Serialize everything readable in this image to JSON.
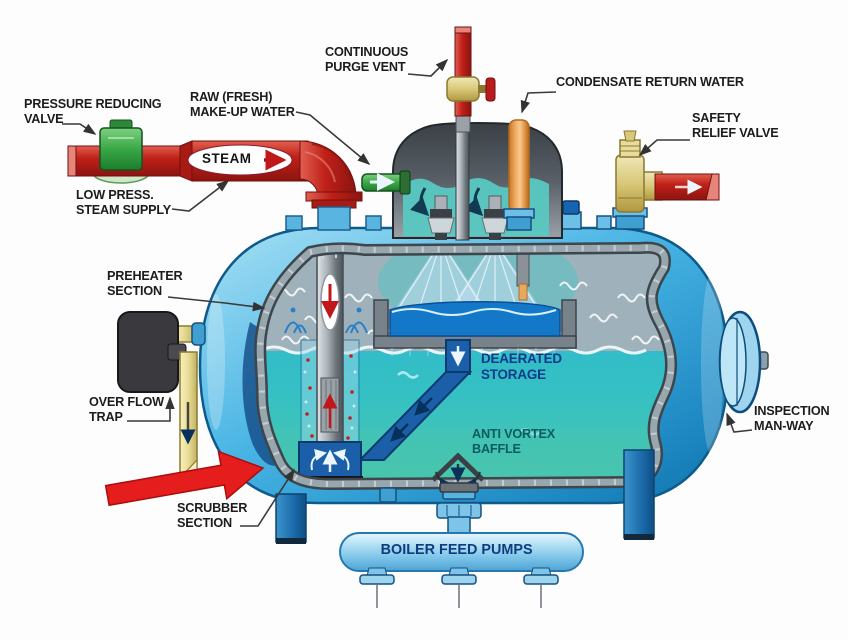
{
  "meta": {
    "title": "Deaerator boiler feedwater system diagram"
  },
  "labels": {
    "pressure_reducing_valve": "PRESSURE REDUCING\nVALVE",
    "low_press_steam_supply": "LOW PRESS.\nSTEAM SUPPLY",
    "steam": "STEAM",
    "raw_makeup_water": "RAW (FRESH)\nMAKE-UP WATER",
    "continuous_purge_vent": "CONTINUOUS\nPURGE VENT",
    "condensate_return_water": "CONDENSATE RETURN WATER",
    "safety_relief_valve": "SAFETY\nRELIEF VALVE",
    "preheater_section": "PREHEATER\nSECTION",
    "over_flow_trap": "OVER FLOW\nTRAP",
    "deaerated_storage": "DEAERATED\nSTORAGE",
    "anti_vortex_baffle": "ANTI VORTEX\nBAFFLE",
    "inspection_man_way": "INSPECTION\nMAN-WAY",
    "scrubber_section": "SCRUBBER\nSECTION",
    "boiler_feed_pumps": "BOILER FEED PUMPS"
  },
  "colors": {
    "steam_pipe_red": "#c22823",
    "tank_blue": "#2ba4d8",
    "water_teal": "#35bcd0",
    "valve_green": "#3fae4a",
    "condensate_orange": "#f0a457",
    "brass_valve": "#ddd08a",
    "overflow_yellow": "#eee4a8",
    "highlight_arrow_red": "#e51d1d",
    "label_text": "#1c1c1c",
    "storage_text": "#0e3a8c",
    "baffle_text": "#0b5c5e",
    "pump_text": "#0d3d80"
  }
}
